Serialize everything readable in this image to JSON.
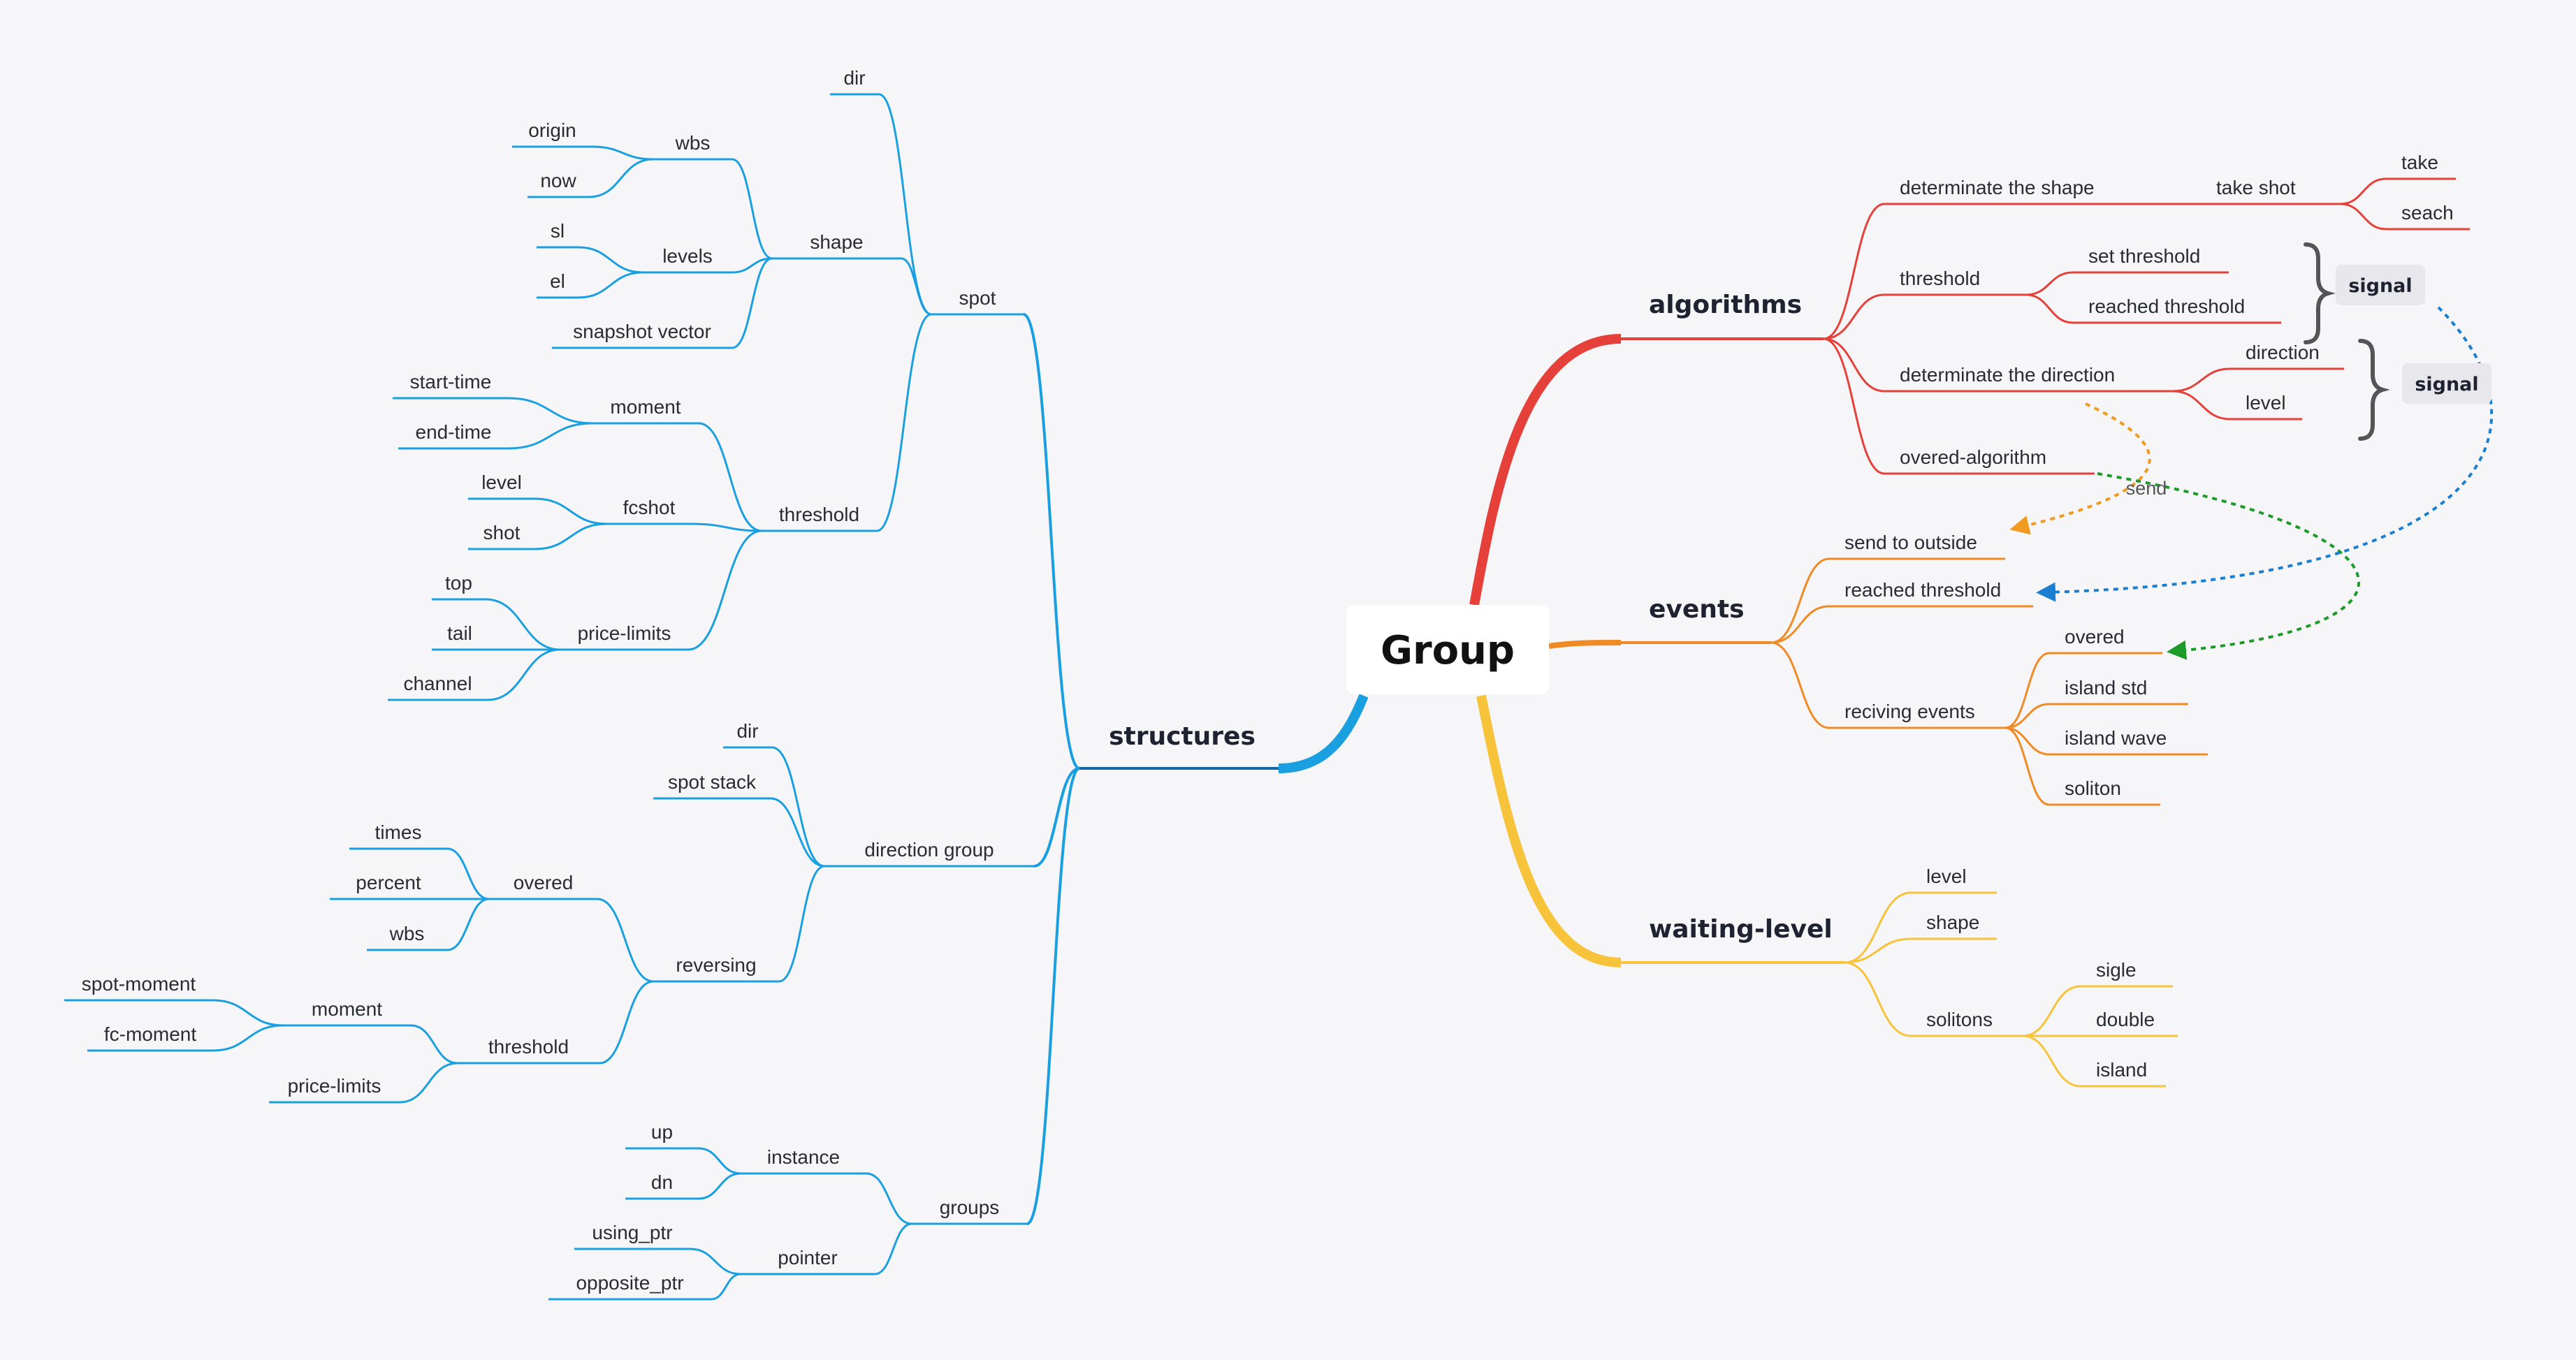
{
  "central": "Group",
  "colors": {
    "structures": "#1aa0e0",
    "algorithms": "#e5413a",
    "events": "#f08a24",
    "waiting": "#f6c33a",
    "link_orange": "#f09a20",
    "link_green": "#1e9a2a",
    "link_blue": "#1a7fd0"
  },
  "structures": {
    "label": "structures",
    "spot": {
      "label": "spot",
      "dir": "dir",
      "shape": {
        "label": "shape",
        "wbs": {
          "label": "wbs",
          "origin": "origin",
          "now": "now"
        },
        "levels": {
          "label": "levels",
          "sl": "sl",
          "el": "el"
        },
        "snapshot": "snapshot vector"
      },
      "threshold": {
        "label": "threshold",
        "moment": {
          "label": "moment",
          "start": "start-time",
          "end": "end-time"
        },
        "fcshot": {
          "label": "fcshot",
          "level": "level",
          "shot": "shot"
        },
        "price_limits": {
          "label": "price-limits",
          "top": "top",
          "tail": "tail",
          "channel": "channel"
        }
      }
    },
    "direction_group": {
      "label": "direction group",
      "dir": "dir",
      "spot_stack": "spot stack",
      "reversing": {
        "label": "reversing",
        "overed": {
          "label": "overed",
          "times": "times",
          "percent": "percent",
          "wbs": "wbs"
        },
        "threshold": {
          "label": "threshold",
          "moment": {
            "label": "moment",
            "spot_moment": "spot-moment",
            "fc_moment": "fc-moment"
          },
          "price_limits": "price-limits"
        }
      }
    },
    "groups": {
      "label": "groups",
      "instance": {
        "label": "instance",
        "up": "up",
        "dn": "dn"
      },
      "pointer": {
        "label": "pointer",
        "using": "using_ptr",
        "opposite": "opposite_ptr"
      }
    }
  },
  "algorithms": {
    "label": "algorithms",
    "shape": {
      "label": "determinate the shape",
      "take_shot": {
        "label": "take shot",
        "take": "take",
        "seach": "seach"
      }
    },
    "threshold": {
      "label": "threshold",
      "set": "set threshold",
      "reached": "reached threshold",
      "signal": "signal"
    },
    "direction": {
      "label": "determinate the direction",
      "direction": "direction",
      "level": "level",
      "signal": "signal"
    },
    "overed": "overed-algorithm"
  },
  "events": {
    "label": "events",
    "send_outside": "send to outside",
    "reached": "reached threshold",
    "reciving": {
      "label": "reciving events",
      "overed": "overed",
      "island_std": "island std",
      "island_wave": "island wave",
      "soliton": "soliton"
    },
    "send_label": "send"
  },
  "waiting": {
    "label": "waiting-level",
    "level": "level",
    "shape": "shape",
    "solitons": {
      "label": "solitons",
      "sigle": "sigle",
      "double": "double",
      "island": "island"
    }
  }
}
